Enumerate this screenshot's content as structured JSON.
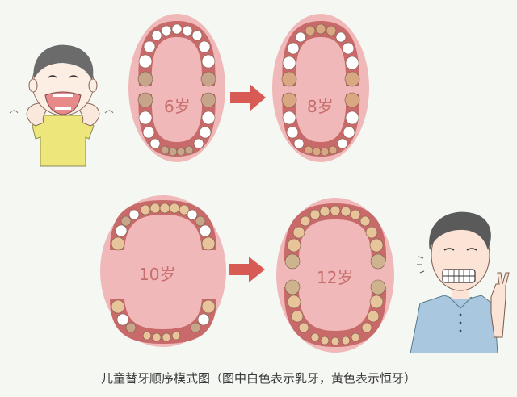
{
  "caption": "儿童替牙顺序模式图（图中白色表示乳牙，黄色表示恒牙）",
  "legend": {
    "white_meaning": "乳牙",
    "yellow_meaning": "恒牙"
  },
  "colors": {
    "background": "#f4f7f2",
    "mouth_outer": "#f0b8b8",
    "mouth_inner": "#f3bdbd",
    "gum": "#c86a6a",
    "baby_tooth": "#ffffff",
    "permanent_tooth": "#e8c49a",
    "arrow": "#d85a55",
    "label": "#c86c6c"
  },
  "stages": [
    {
      "age_label": "6岁"
    },
    {
      "age_label": "8岁"
    },
    {
      "age_label": "10岁"
    },
    {
      "age_label": "12岁"
    }
  ],
  "illustrations": {
    "child_left": "boy stretching mouth open",
    "child_right": "boy smiling with V sign"
  }
}
